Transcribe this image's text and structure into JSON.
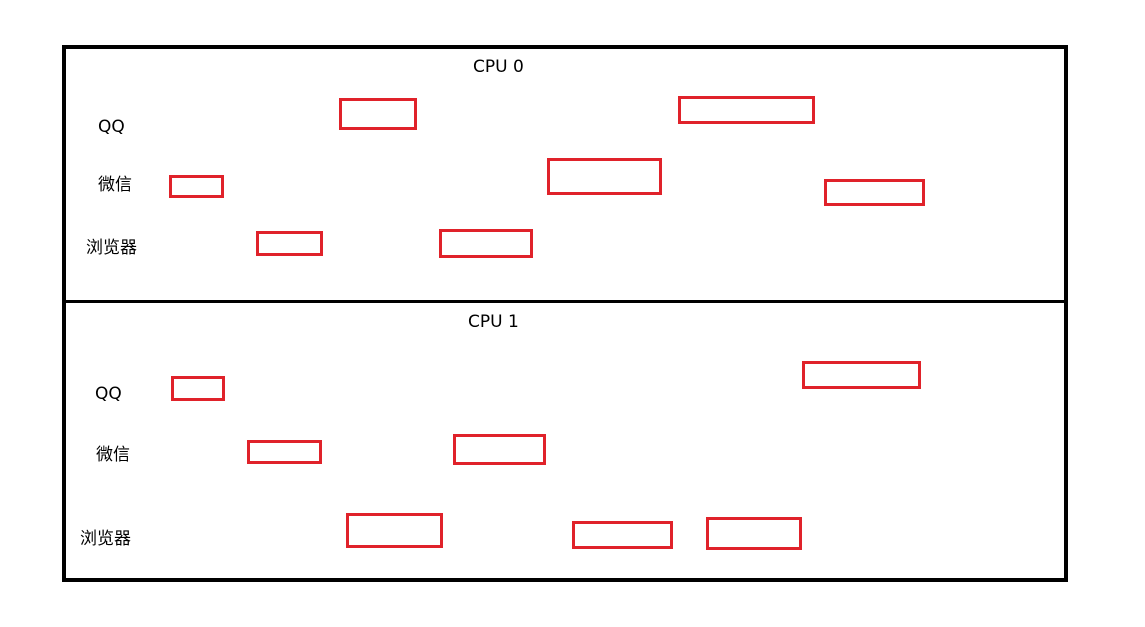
{
  "colors": {
    "frame": "#000000",
    "block": "#e0222a",
    "background": "#ffffff"
  },
  "panels": [
    {
      "title": "CPU 0",
      "rows": [
        {
          "label": "QQ",
          "block_count": 2
        },
        {
          "label": "微信",
          "block_count": 3
        },
        {
          "label": "浏览器",
          "block_count": 2
        }
      ]
    },
    {
      "title": "CPU 1",
      "rows": [
        {
          "label": "QQ",
          "block_count": 2
        },
        {
          "label": "微信",
          "block_count": 2
        },
        {
          "label": "浏览器",
          "block_count": 3
        }
      ]
    }
  ]
}
